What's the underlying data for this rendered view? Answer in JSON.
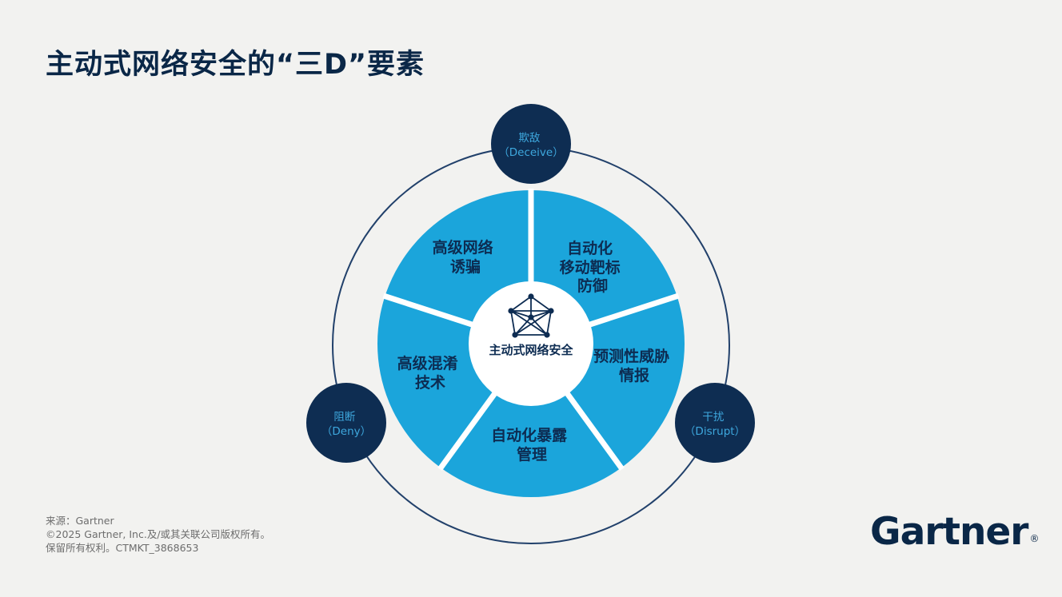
{
  "title": "主动式网络安全的“三D”要素",
  "colors": {
    "background": "#f2f2f0",
    "navy": "#0a2747",
    "donut_blue": "#1ba5db",
    "node_fill": "#0e2d52",
    "node_text": "#3ea8de",
    "source_text": "#6d6d6d"
  },
  "diagram": {
    "center": {
      "icon": "network-icon",
      "label": "主动式网络安全"
    },
    "segments": [
      {
        "id": "advanced-network-deception",
        "lines": [
          "高级网络",
          "诱骗"
        ]
      },
      {
        "id": "automated-moving-target-defense",
        "lines": [
          "自动化",
          "移动靶标",
          "防御"
        ]
      },
      {
        "id": "predictive-threat-intelligence",
        "lines": [
          "预测性威胁",
          "情报"
        ]
      },
      {
        "id": "automated-exposure-management",
        "lines": [
          "自动化暴露",
          "管理"
        ]
      },
      {
        "id": "advanced-obfuscation-technology",
        "lines": [
          "高级混淆",
          "技术"
        ]
      }
    ],
    "nodes": [
      {
        "id": "deceive",
        "lines": [
          "欺敌",
          "（Deceive）"
        ]
      },
      {
        "id": "deny",
        "lines": [
          "阻断",
          "（Deny）"
        ]
      },
      {
        "id": "disrupt",
        "lines": [
          "干扰",
          "（Disrupt）"
        ]
      }
    ]
  },
  "footer": {
    "source_lines": [
      "来源：Gartner",
      "©2025 Gartner, Inc.及/或其关联公司版权所有。",
      "保留所有权利。CTMKT_3868653"
    ],
    "logo": "Gartner",
    "logo_registered": "®"
  }
}
